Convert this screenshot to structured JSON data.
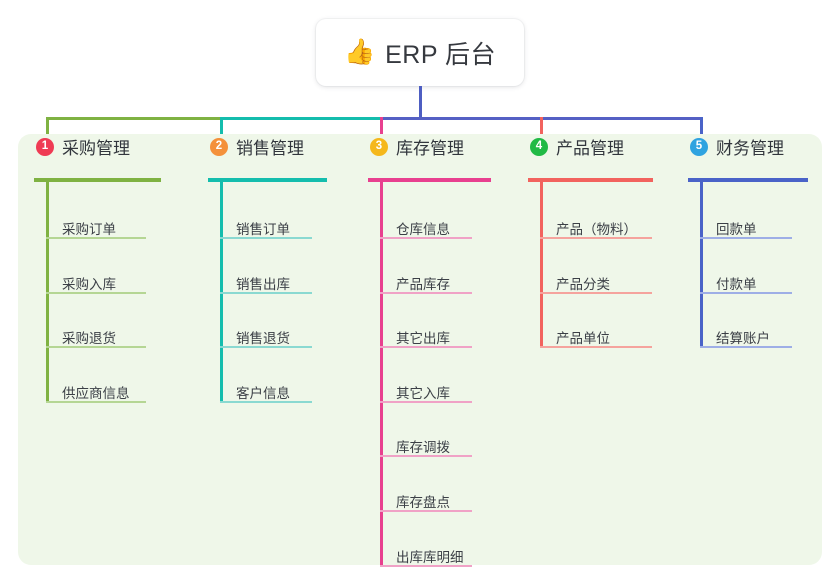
{
  "root": {
    "icon": "thumbs-up-icon",
    "emoji": "👍",
    "title": "ERP 后台"
  },
  "colors": {
    "panel_bg": "#eff7e9",
    "root_stem": "#4e5ec2",
    "bus_left": "#7fb242",
    "bus_mid": "#14bdad",
    "bus_right": "#5560c4"
  },
  "columns": [
    {
      "number": "1",
      "title": "采购管理",
      "badge_color": "#ef3b54",
      "line_color": "#7fb242",
      "item_line_color": "#b5d694",
      "items": [
        "采购订单",
        "采购入库",
        "采购退货",
        "供应商信息"
      ]
    },
    {
      "number": "2",
      "title": "销售管理",
      "badge_color": "#f4913b",
      "line_color": "#14bdad",
      "item_line_color": "#8ad9d1",
      "items": [
        "销售订单",
        "销售出库",
        "销售退货",
        "客户信息"
      ]
    },
    {
      "number": "3",
      "title": "库存管理",
      "badge_color": "#f5b81c",
      "line_color": "#e8408f",
      "item_line_color": "#f0a2c6",
      "items": [
        "仓库信息",
        "产品库存",
        "其它出库",
        "其它入库",
        "库存调拨",
        "库存盘点",
        "出库库明细"
      ]
    },
    {
      "number": "4",
      "title": "产品管理",
      "badge_color": "#21ba45",
      "line_color": "#f2635e",
      "item_line_color": "#f5a39d",
      "items": [
        "产品（物料）",
        "产品分类",
        "产品单位"
      ]
    },
    {
      "number": "5",
      "title": "财务管理",
      "badge_color": "#2fa3e0",
      "line_color": "#4a63c8",
      "item_line_color": "#9eaee6",
      "items": [
        "回款单",
        "付款单",
        "结算账户"
      ]
    }
  ]
}
